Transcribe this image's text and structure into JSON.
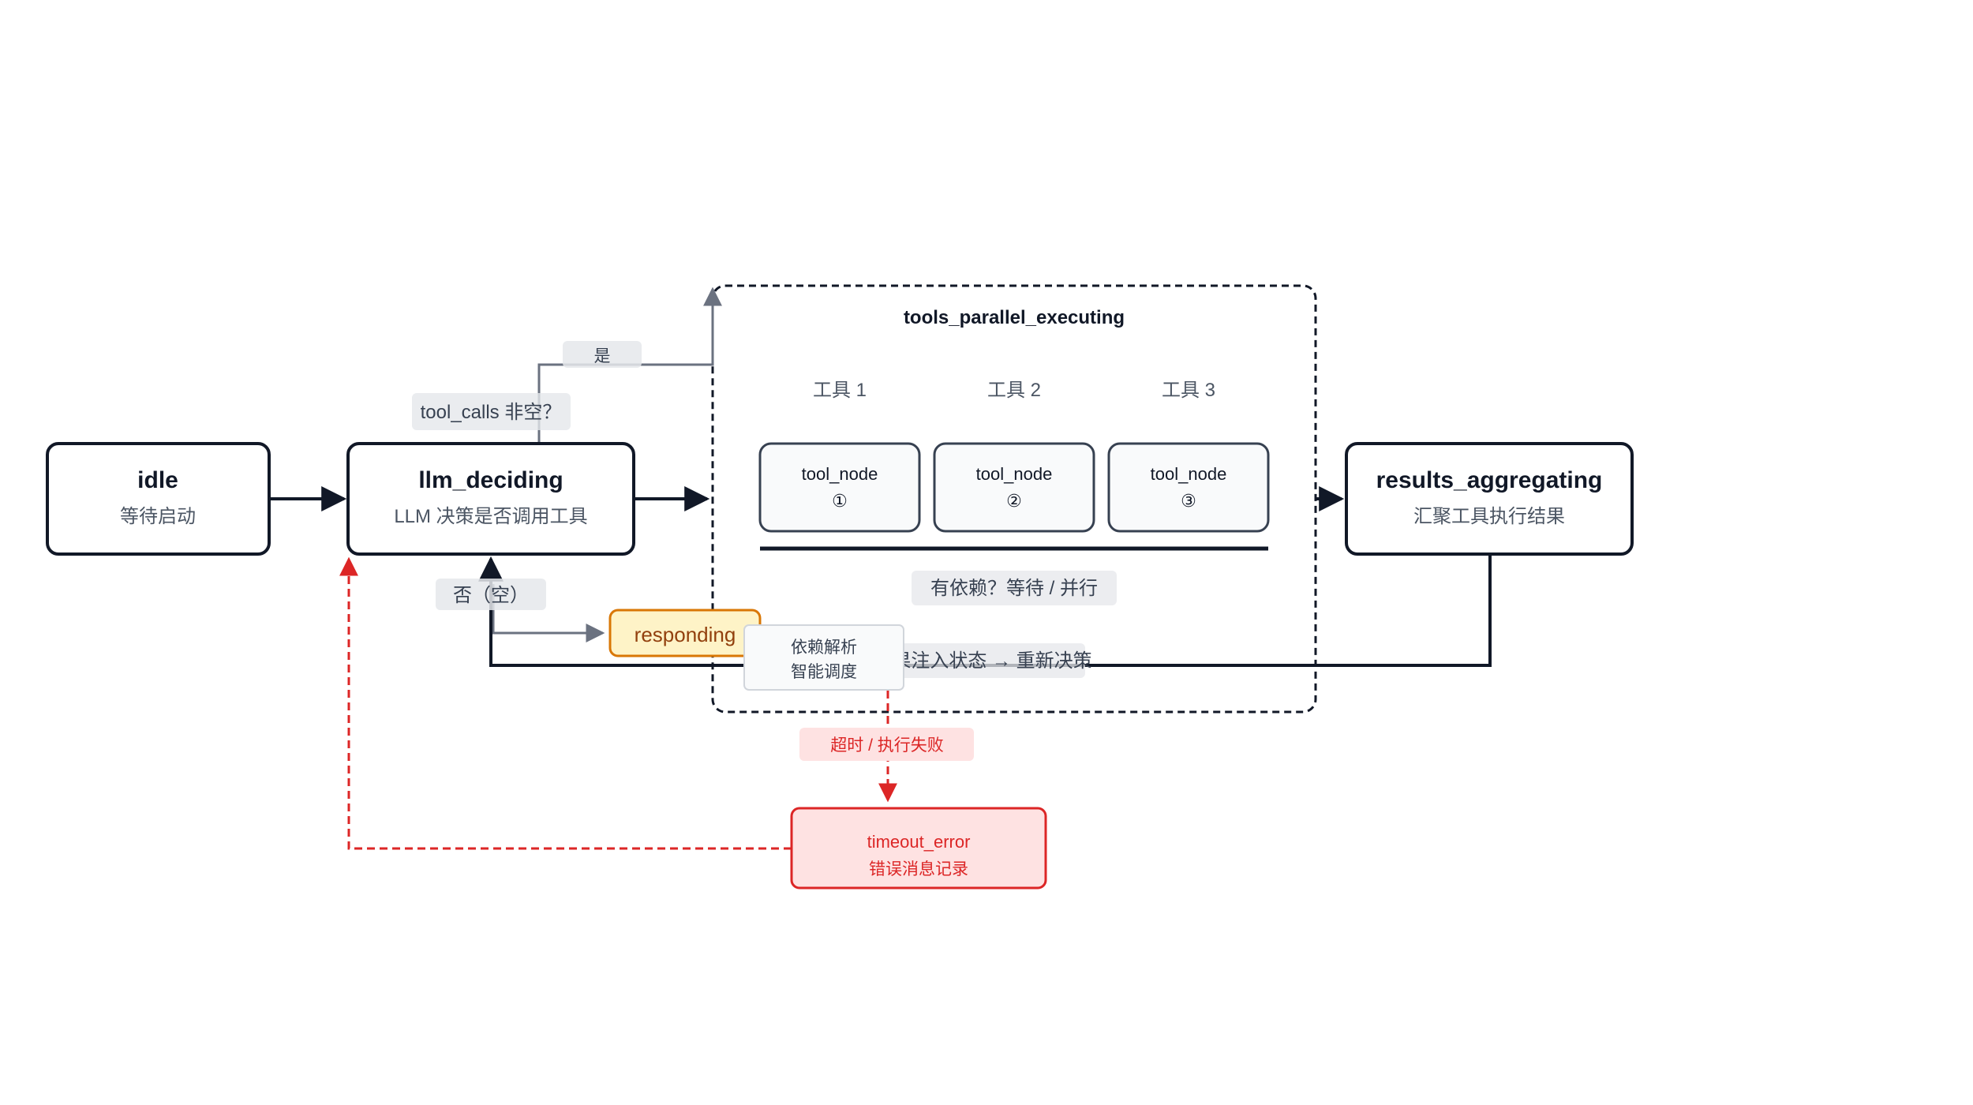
{
  "colors": {
    "ink": "#111827",
    "muted": "#4b5563",
    "grey_arrow": "#6b7280",
    "chip_bg": "#e5e7eb",
    "node_fill": "#f9fafb",
    "responding_fill": "#fef3c7",
    "responding_stroke": "#d97706",
    "responding_text": "#92400e",
    "error_fill": "#fee2e2",
    "error_stroke": "#dc2626",
    "error_text": "#dc2626"
  },
  "nodes": {
    "idle": {
      "title": "idle",
      "subtitle": "等待启动"
    },
    "llm": {
      "title": "llm_deciding",
      "subtitle": "LLM 决策是否调用工具"
    },
    "results": {
      "title": "results_aggregating",
      "subtitle": "汇聚工具执行结果"
    },
    "responding": {
      "label": "responding"
    },
    "timeout": {
      "title": "timeout_error",
      "subtitle": "错误消息记录"
    }
  },
  "cluster": {
    "title": "tools_parallel_executing",
    "tools": [
      {
        "header": "工具 1",
        "name": "tool_node",
        "index": "①"
      },
      {
        "header": "工具 2",
        "name": "tool_node",
        "index": "②"
      },
      {
        "header": "工具 3",
        "name": "tool_node",
        "index": "③"
      }
    ],
    "join_label": "有依赖？等待 / 并行",
    "scheduler_line1": "依赖解析",
    "scheduler_line2": "智能调度"
  },
  "edges": {
    "tool_calls_question": "tool_calls 非空？",
    "yes_label": "是",
    "no_label": "否（空）",
    "feedback_label": "结果注入状态 → 重新决策",
    "error_label": "超时 / 执行失败"
  }
}
